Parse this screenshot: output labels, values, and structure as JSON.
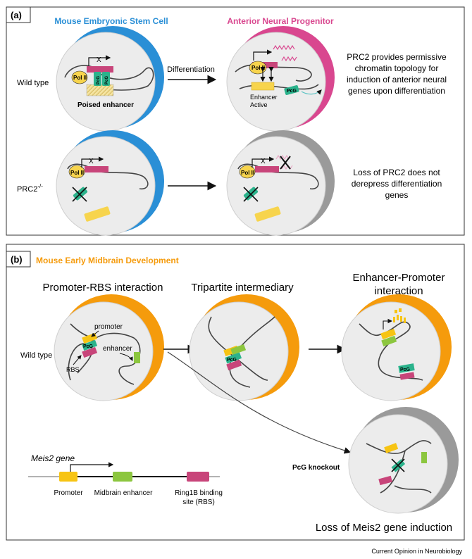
{
  "panel_a": {
    "tag": "(a)",
    "col1_title": "Mouse Embryonic Stem Cell",
    "col2_title": "Anterior Neural Progenitor",
    "row1_label": "Wild type",
    "row2_label": "PRC2",
    "row2_label_sup": "-/-",
    "arrow_label": "Differentiation",
    "poised_enhancer": "Poised enhancer",
    "enhancer_line1": "Enhancer",
    "enhancer_line2": "Active",
    "polII": "Pol II",
    "pcg": "PcG",
    "x_mark": "X",
    "note_wt": [
      "PRC2 provides permissive",
      "chromatin topology for",
      "induction of anterior neural",
      "genes upon differentiation"
    ],
    "note_ko": [
      "Loss of PRC2 does not",
      "derepress differentiation",
      "genes"
    ],
    "colors": {
      "blue": "#2a8fd6",
      "pink": "#d9478f",
      "gray": "#9a9a9a"
    }
  },
  "panel_b": {
    "tag": "(b)",
    "title": "Mouse Early Midbrain Development",
    "stage1": "Promoter-RBS interaction",
    "stage2": "Tripartite intermediary",
    "stage3_line1": "Enhancer-Promoter",
    "stage3_line2": "interaction",
    "row_label": "Wild type",
    "promoter_label": "promoter",
    "enhancer_label": "enhancer",
    "rbs_label": "RBS",
    "pcg": "PcG",
    "knockout_label": "PcG knockout",
    "loss_label": "Loss of Meis2 gene induction",
    "gene_title": "Meis2 gene",
    "gene_promoter": "Promoter",
    "gene_enhancer": "Midbrain enhancer",
    "gene_rbs_line1": "Ring1B binding",
    "gene_rbs_line2": "site (RBS)",
    "colors": {
      "orange": "#f59b0c",
      "gray": "#9a9a9a",
      "green": "#8cc63f",
      "magenta": "#c8457a",
      "yellow": "#f7c413"
    }
  },
  "footer": "Current Opinion in Neurobiology"
}
